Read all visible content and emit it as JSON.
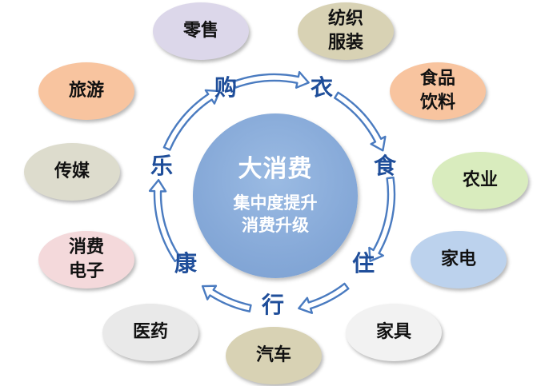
{
  "center": {
    "title": "大消费",
    "lines": [
      "集中度提升",
      "消费升级"
    ]
  },
  "cycle": [
    "购",
    "衣",
    "食",
    "住",
    "行",
    "康",
    "乐"
  ],
  "bubbles": [
    {
      "lines": [
        "零售"
      ],
      "color": "#dcd7ea"
    },
    {
      "lines": [
        "纺织",
        "服装"
      ],
      "color": "#d8d2b4"
    },
    {
      "lines": [
        "食品",
        "饮料"
      ],
      "color": "#f8c49f"
    },
    {
      "lines": [
        "农业"
      ],
      "color": "#d9ecbe"
    },
    {
      "lines": [
        "家电"
      ],
      "color": "#bcd2ed"
    },
    {
      "lines": [
        "家具"
      ],
      "color": "#f2f2f2"
    },
    {
      "lines": [
        "汽车"
      ],
      "color": "#d8d2b4"
    },
    {
      "lines": [
        "医药"
      ],
      "color": "#e9e9e9"
    },
    {
      "lines": [
        "消费",
        "电子"
      ],
      "color": "#f4d9db"
    },
    {
      "lines": [
        "传媒"
      ],
      "color": "#dddccd"
    },
    {
      "lines": [
        "旅游"
      ],
      "color": "#f8c49f"
    }
  ],
  "colors": {
    "accent": "#1f4e9a",
    "arrow_fill": "#ffffff",
    "arrow_stroke": "#4a7bc0"
  }
}
